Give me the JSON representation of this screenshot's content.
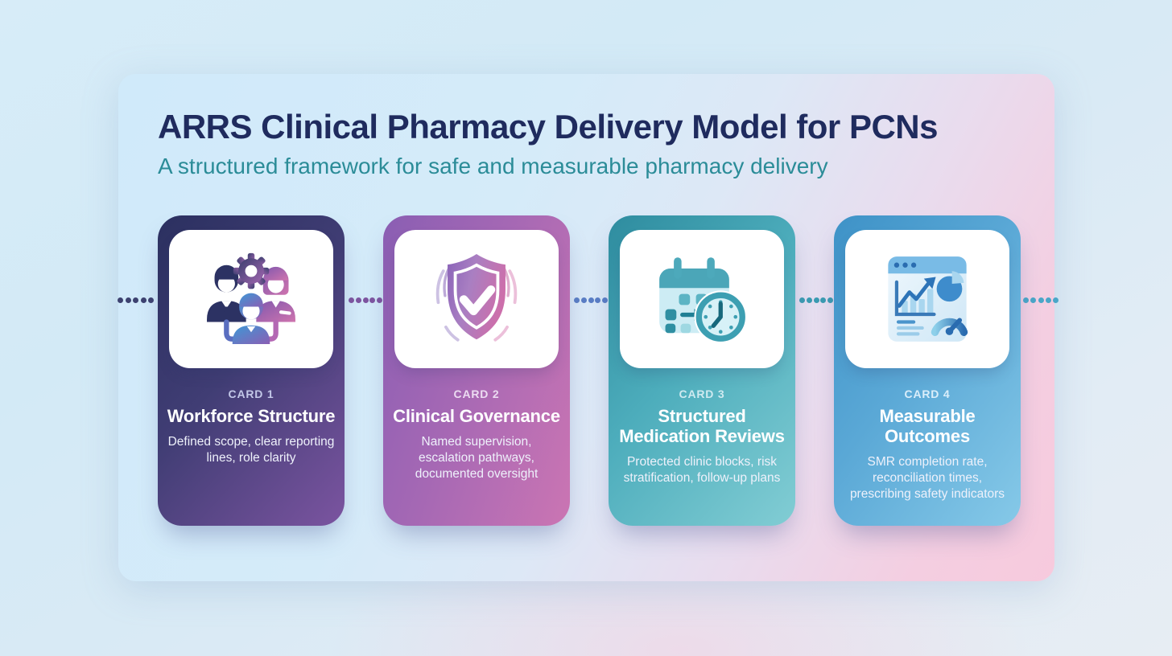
{
  "header": {
    "title": "ARRS Clinical Pharmacy Delivery Model for PCNs",
    "subtitle": "A structured framework for safe and measurable pharmacy delivery"
  },
  "colors": {
    "title_text": "#1f2b5e",
    "subtitle_text": "#2b8c98",
    "panel_blue": "#d2eafa",
    "panel_pink": "#f7cadd"
  },
  "cards": [
    {
      "label": "CARD 1",
      "title": "Workforce Structure",
      "description": "Defined scope, clear reporting lines, role clarity",
      "icon": "team-gear-icon",
      "gradient_angle": 132,
      "gradient_start": "#2b3060",
      "gradient_mid": "#403d74",
      "gradient_end": "#7b54a0",
      "label_color": "#c3c8e8"
    },
    {
      "label": "CARD 2",
      "title": "Clinical Governance",
      "description": "Named supervision, escalation pathways, documented oversight",
      "icon": "shield-check-icon",
      "gradient_angle": 108,
      "gradient_start": "#8a5eb3",
      "gradient_mid": "#a568b4",
      "gradient_end": "#cb75b3",
      "label_color": "#ecdcf2"
    },
    {
      "label": "CARD 3",
      "title": "Structured Medication Reviews",
      "description": "Protected clinic blocks, risk stratification, follow-up plans",
      "icon": "calendar-clock-icon",
      "gradient_angle": 132,
      "gradient_start": "#2e8c9f",
      "gradient_mid": "#4dadbc",
      "gradient_end": "#82cdd4",
      "label_color": "#cfeaf0"
    },
    {
      "label": "CARD 4",
      "title": "Measurable Outcomes",
      "description": "SMR completion rate, reconciliation times, prescribing safety indicators",
      "icon": "analytics-dashboard-icon",
      "gradient_angle": 126,
      "gradient_start": "#3e92c7",
      "gradient_mid": "#5aa8d6",
      "gradient_end": "#86c9e8",
      "label_color": "#daeefa"
    }
  ],
  "connectors": {
    "dots_per_segment": 5,
    "segment_colors": [
      "#3d4270",
      "#7e55a0",
      "#5a7ec5",
      "#3b9cb2",
      "#4aa6c8"
    ]
  }
}
